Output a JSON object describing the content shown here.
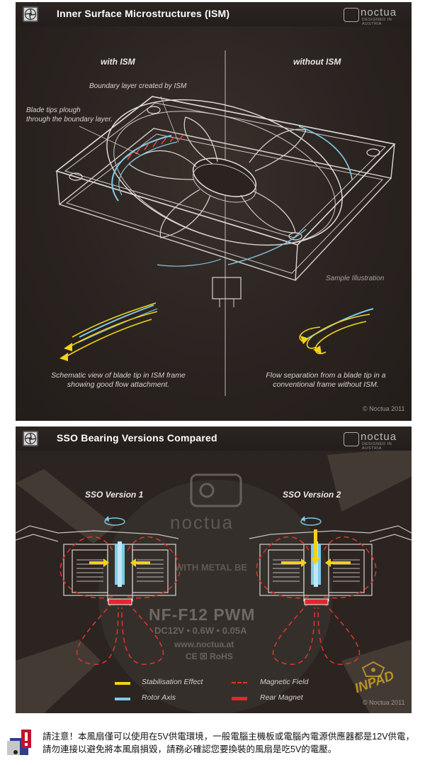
{
  "panel1": {
    "title": "Inner Surface Microstructures (ISM)",
    "brand": {
      "name": "noctua",
      "sub": "DESIGNED IN AUSTRIA"
    },
    "label_with": "with ISM",
    "label_without": "without ISM",
    "boundary_note": "Boundary layer created by ISM",
    "blade_note_line1": "Blade tips plough",
    "blade_note_line2": "through the boundary layer.",
    "sample": "Sample Illustration",
    "caption_left_line1": "Schematic view of blade tip in ISM frame",
    "caption_left_line2": "showing good flow attachment.",
    "caption_right_line1": "Flow separation from a blade tip in a",
    "caption_right_line2": "conventional frame without ISM.",
    "copyright": "© Noctua 2011"
  },
  "panel2": {
    "title": "SSO Bearing Versions Compared",
    "brand": {
      "name": "noctua",
      "sub": "DESIGNED IN AUSTRIA"
    },
    "version1": "SSO Version 1",
    "version2": "SSO Version 2",
    "bg_text": {
      "logo_word": "noctua",
      "metal": "WITH METAL BE",
      "model": "NF-F12 PWM",
      "spec": "DC12V • 0.6W • 0.05A",
      "url": "www.noctua.at",
      "certs": "CE ☒ RoHS"
    },
    "legend": [
      {
        "label": "Stabilisation Effect",
        "color": "#f2d21b"
      },
      {
        "label": "Rotor Axis",
        "color": "#7fcbe8"
      },
      {
        "label": "Magnetic Field",
        "color": "#d9352a"
      },
      {
        "label": "Rear Magnet",
        "color": "#e3262d"
      }
    ],
    "copyright": "© Noctua 2011",
    "watermark": "INPAD"
  },
  "notice": {
    "text": "請注意！本風扇僅可以使用在5V供電環境，一般電腦主機板或電腦內電源供應器都是12V供電，請勿連接以避免將本風扇損毀，請務必確認您要換裝的風扇是吃5V的電壓。"
  },
  "colors": {
    "panel_bg": "#2a2320",
    "flow_yellow": "#f2d21b",
    "ism_blue": "#7fcbe8",
    "magnet_red": "#e3262d"
  }
}
